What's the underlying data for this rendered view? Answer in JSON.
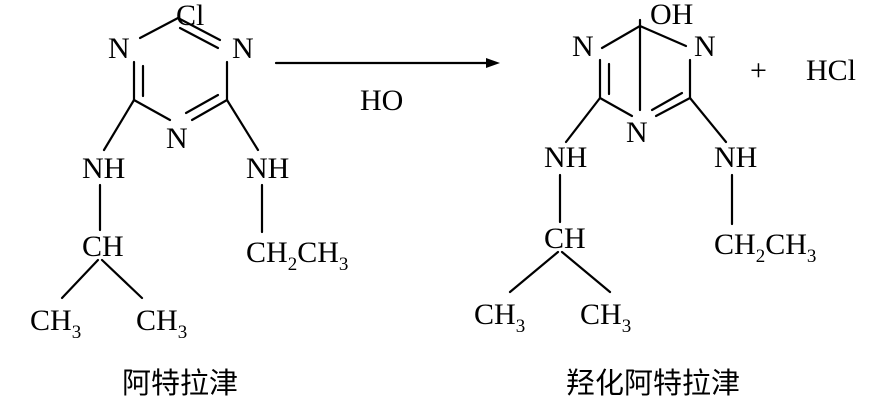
{
  "reactant": {
    "cl": "Cl",
    "n_left": "N",
    "n_right": "N",
    "n_bottom": "N",
    "nh_left": "NH",
    "nh_right": "NH",
    "ch": "CH",
    "ch_a": "CH",
    "ch_a_sub": "3",
    "ch_b": "CH",
    "ch_b_sub": "3",
    "ethyl_ch_1": "CH",
    "ethyl_sub_1": "2",
    "ethyl_ch_2": "CH",
    "ethyl_sub_2": "3",
    "caption": "阿特拉津"
  },
  "reaction": {
    "reagent": "HO",
    "plus": "+",
    "byproduct": "HCl"
  },
  "product": {
    "oh": "OH",
    "n_left": "N",
    "n_right": "N",
    "n_bottom": "N",
    "nh_left": "NH",
    "nh_right": "NH",
    "ch": "CH",
    "ch_a": "CH",
    "ch_a_sub": "3",
    "ch_b": "CH",
    "ch_b_sub": "3",
    "ethyl_ch_1": "CH",
    "ethyl_sub_1": "2",
    "ethyl_ch_2": "CH",
    "ethyl_sub_2": "3",
    "caption": "羟化阿特拉津"
  }
}
